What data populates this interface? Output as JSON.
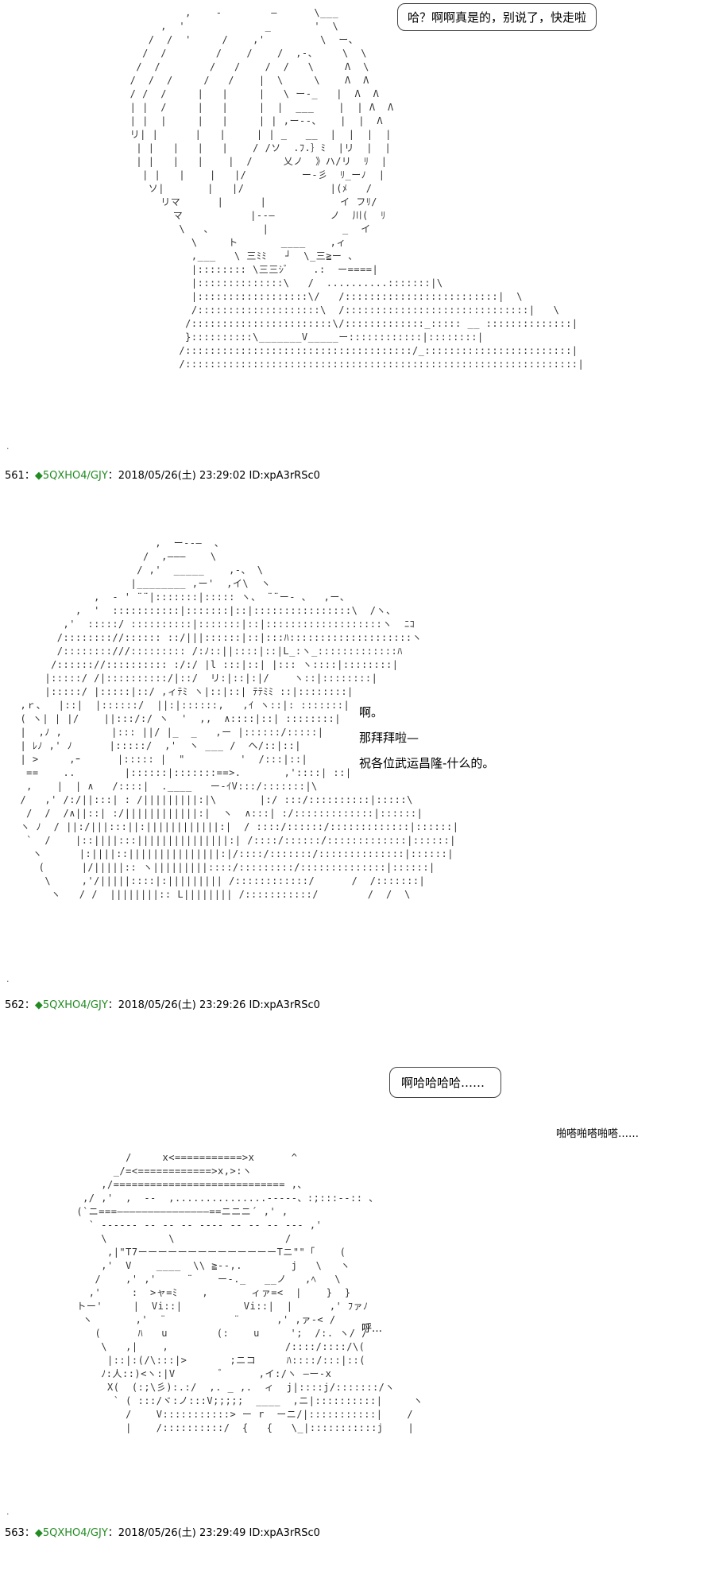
{
  "section1": {
    "bubble": "哈？啊啊真是的，别说了，快走啦",
    "post": {
      "number": "561",
      "sep": "：",
      "diamond": "◆",
      "name": "5QXHO4/GJY",
      "date": "：2018/05/26(土) 23:29:02 ID:xpA3rRSc0"
    }
  },
  "section2": {
    "lines": [
      "啊。",
      "那拜拜啦—",
      "祝各位武运昌隆-什么的。"
    ],
    "post": {
      "number": "562",
      "sep": "：",
      "diamond": "◆",
      "name": "5QXHO4/GJY",
      "date": "：2018/05/26(土) 23:29:26 ID:xpA3rRSc0"
    }
  },
  "section3": {
    "bubble": "啊哈哈哈哈……",
    "sound": "啪嗒啪嗒啪嗒……",
    "breath": "呼…",
    "post": {
      "number": "563",
      "sep": "：",
      "diamond": "◆",
      "name": "5QXHO4/GJY",
      "date": "：2018/05/26(土) 23:29:49 ID:xpA3rRSc0"
    }
  },
  "tick": "."
}
